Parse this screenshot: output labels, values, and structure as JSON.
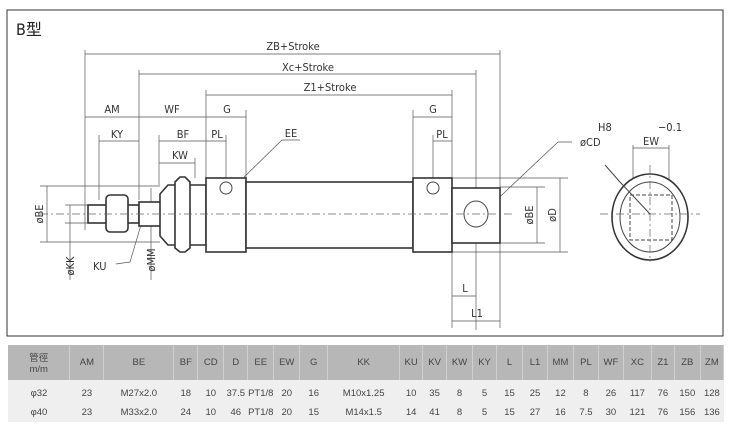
{
  "title": "B型",
  "drawing": {
    "dims": {
      "zb": "ZB+Stroke",
      "xc": "Xc+Stroke",
      "z1": "Z1+Stroke",
      "am": "AM",
      "wf": "WF",
      "g": "G",
      "ky": "KY",
      "bf": "BF",
      "pl": "PL",
      "kw": "KW",
      "ee": "EE",
      "be": "øBE",
      "kk": "øKK",
      "ku": "KU",
      "mm": "øMM",
      "d": "øD",
      "l": "L",
      "l1": "L1",
      "h8": "H8",
      "tol": "−0.1",
      "cd": "øCD",
      "ew": "EW"
    }
  },
  "table": {
    "headers": [
      "管徑\nm/m",
      "AM",
      "BE",
      "BF",
      "CD",
      "D",
      "EE",
      "EW",
      "G",
      "KK",
      "KU",
      "KV",
      "KW",
      "KY",
      "L",
      "L1",
      "MM",
      "PL",
      "WF",
      "XC",
      "Z1",
      "ZB",
      "ZM"
    ],
    "header_main": "管徑",
    "header_unit": "m/m",
    "rows": [
      [
        "φ32",
        "23",
        "M27x2.0",
        "18",
        "10",
        "37.5",
        "PT1/8",
        "20",
        "16",
        "M10x1.25",
        "10",
        "35",
        "8",
        "5",
        "15",
        "25",
        "12",
        "8",
        "26",
        "117",
        "76",
        "150",
        "128"
      ],
      [
        "φ40",
        "23",
        "M33x2.0",
        "24",
        "10",
        "46",
        "PT1/8",
        "20",
        "15",
        "M14x1.5",
        "14",
        "41",
        "8",
        "5",
        "15",
        "27",
        "16",
        "7.5",
        "30",
        "121",
        "76",
        "156",
        "136"
      ]
    ]
  }
}
